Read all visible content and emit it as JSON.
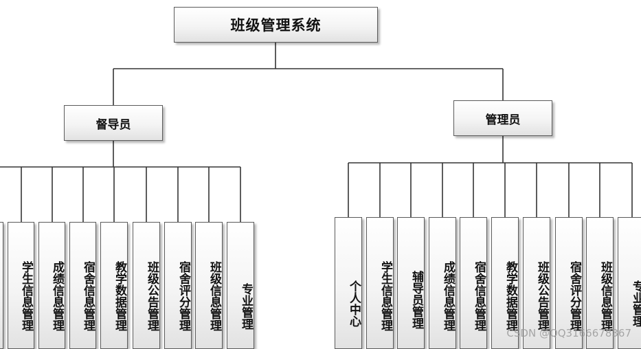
{
  "root": {
    "label": "班级管理系统"
  },
  "roles": [
    {
      "label": "督导员",
      "modules": [
        "",
        "学生信息管理",
        "成绩信息管理",
        "宿舍信息管理",
        "教学数据管理",
        "班级公告管理",
        "宿舍评分管理",
        "班级信息管理",
        "专业管理"
      ]
    },
    {
      "label": "管理员",
      "modules": [
        "个人中心",
        "学生信息管理",
        "辅导员管理",
        "成绩信息管理",
        "宿舍信息管理",
        "教学数据管理",
        "班级公告管理",
        "宿舍评分管理",
        "班级信息管理",
        "专业管理"
      ]
    }
  ],
  "watermark": "CSDN @QQ3166678367"
}
